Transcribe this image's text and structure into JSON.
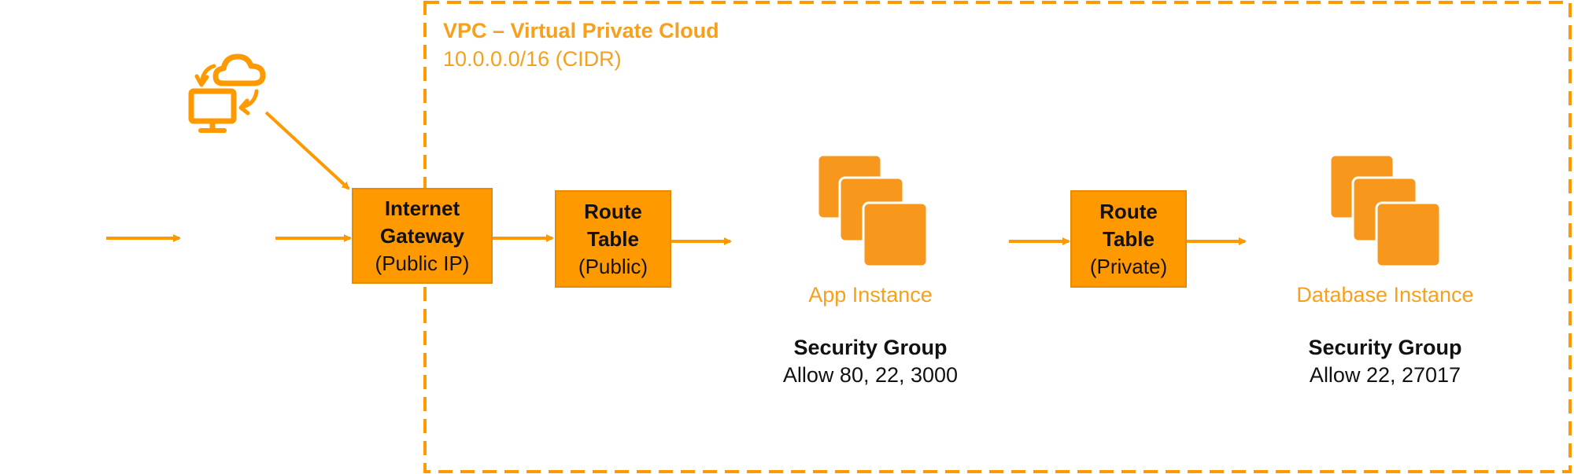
{
  "vpc": {
    "title": "VPC – Virtual Private Cloud",
    "cidr": "10.0.0.0/16 (CIDR)"
  },
  "nodes": {
    "internet_gateway": {
      "line1": "Internet",
      "line2": "Gateway",
      "line3": "(Public IP)"
    },
    "route_table_public": {
      "line1": "Route",
      "line2": "Table",
      "line3": "(Public)"
    },
    "route_table_private": {
      "line1": "Route",
      "line2": "Table",
      "line3": "(Private)"
    },
    "app_instance": {
      "label": "App Instance",
      "sg_title": "Security Group",
      "sg_rules": "Allow 80, 22, 3000"
    },
    "database_instance": {
      "label": "Database Instance",
      "sg_title": "Security Group",
      "sg_rules": "Allow 22, 27017"
    }
  },
  "icons": {
    "client": "cloud-sync-monitor-icon",
    "instance": "stacked-instances-icon"
  },
  "colors": {
    "accent": "#ff9900",
    "accent_text": "#f7a01d",
    "box_border": "#e88b00",
    "text": "#111111"
  }
}
